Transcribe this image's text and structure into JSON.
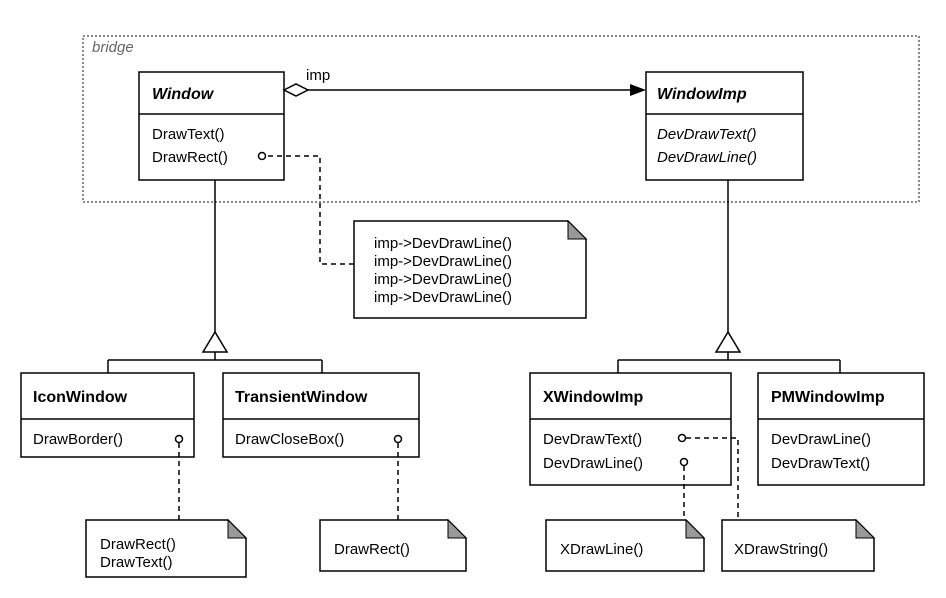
{
  "bridge_label": "bridge",
  "association_label": "imp",
  "classes": {
    "window": {
      "name": "Window",
      "ops": [
        "DrawText()",
        "DrawRect()"
      ]
    },
    "windowimp": {
      "name": "WindowImp",
      "ops": [
        "DevDrawText()",
        "DevDrawLine()"
      ]
    },
    "iconwindow": {
      "name": "IconWindow",
      "ops": [
        "DrawBorder()"
      ]
    },
    "transientwindow": {
      "name": "TransientWindow",
      "ops": [
        "DrawCloseBox()"
      ]
    },
    "xwindowimp": {
      "name": "XWindowImp",
      "ops": [
        "DevDrawText()",
        "DevDrawLine()"
      ]
    },
    "pmwindowimp": {
      "name": "PMWindowImp",
      "ops": [
        "DevDrawLine()",
        "DevDrawText()"
      ]
    }
  },
  "notes": {
    "drawrect_impl": [
      "imp->DevDrawLine()",
      "imp->DevDrawLine()",
      "imp->DevDrawLine()",
      "imp->DevDrawLine()"
    ],
    "drawborder_impl": [
      "DrawRect()",
      "DrawText()"
    ],
    "drawclosebox_impl": [
      "DrawRect()"
    ],
    "xdrawline_impl": [
      "XDrawLine()"
    ],
    "xdrawstring_impl": [
      "XDrawString()"
    ]
  }
}
